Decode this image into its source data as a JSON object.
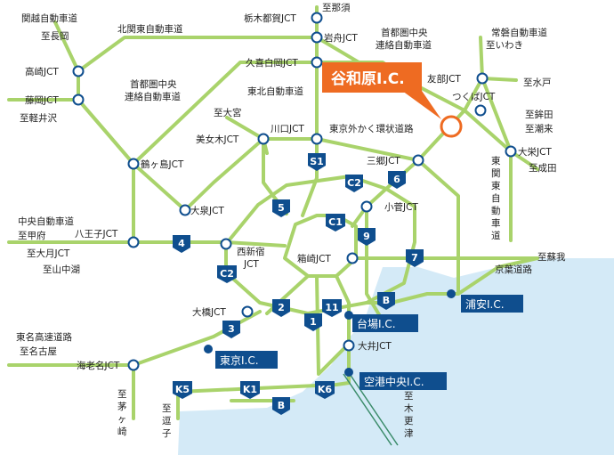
{
  "highlight": {
    "label": "谷和原I.C.",
    "color": "#ee6b22"
  },
  "colors": {
    "road": "#a9d36b",
    "water": "#d4eaf7",
    "node": "#0f4e8e",
    "shield": "#0f4e8e"
  },
  "labels": {
    "kanetsu": "関越自動車道",
    "to_nagaoka": "至長岡",
    "kitakanto": "北関東自動車道",
    "tochigitsuga": "栃木都賀JCT",
    "to_nasu": "至那須",
    "iwafune": "岩舟JCT",
    "kenou_top_a": "首都圏中央",
    "kenou_top_b": "連絡自動車道",
    "joban_a": "常磐自動車道",
    "joban_b": "至いわき",
    "takasaki": "高崎JCT",
    "fujioka": "藤岡JCT",
    "to_karuizawa": "至軽井沢",
    "kenou_left_a": "首都圏中央",
    "kenou_left_b": "連絡自動車道",
    "kukishiraoka": "久喜白岡JCT",
    "tohoku": "東北自動車道",
    "tomobe": "友部JCT",
    "to_mito": "至水戸",
    "tsukuba": "つくばJCT",
    "to_hokota_a": "至鉾田",
    "to_hokota_b": "至潮来",
    "to_omiya": "至大宮",
    "bijogi": "美女木JCT",
    "kawaguchi": "川口JCT",
    "gaikan": "東京外かく環状道路",
    "tsurugashima": "鶴ヶ島JCT",
    "misato": "三郷JCT",
    "ohsakae": "大栄JCT",
    "to_narita": "至成田",
    "higashikanto_1": "東",
    "higashikanto_2": "関",
    "higashikanto_3": "東",
    "higashikanto_4": "自",
    "higashikanto_5": "動",
    "higashikanto_6": "車",
    "higashikanto_7": "道",
    "koasuge": "小菅JCT",
    "oizumi": "大泉JCT",
    "chuo": "中央自動車道",
    "to_kofu": "至甲府",
    "hachioji": "八王子JCT",
    "to_otsuki": "至大月JCT",
    "to_yamanakako": "至山中湖",
    "nishishinjuku_a": "西新宿",
    "nishishinjuku_b": "JCT",
    "hakozaki": "箱崎JCT",
    "to_soga": "至蘇我",
    "keiyo": "京葉道路",
    "ohashi": "大橋JCT",
    "oi": "大井JCT",
    "tomei": "東名高速道路",
    "to_nagoya": "至名古屋",
    "ebina": "海老名JCT",
    "to_chigasaki_1": "至",
    "to_chigasaki_2": "茅",
    "to_chigasaki_3": "ヶ",
    "to_chigasaki_4": "崎",
    "to_zushi_1": "至",
    "to_zushi_2": "逗",
    "to_zushi_3": "子",
    "to_kisarazu_1": "至",
    "to_kisarazu_2": "木",
    "to_kisarazu_3": "更",
    "to_kisarazu_4": "津"
  },
  "shields": {
    "s1": "S1",
    "c2_top": "C2",
    "r6": "6",
    "r5": "5",
    "c1": "C1",
    "r9": "9",
    "r4": "4",
    "r7": "7",
    "c2_left": "C2",
    "r2": "2",
    "r11": "11",
    "rb_right": "B",
    "r1": "1",
    "r3": "3",
    "k5": "K5",
    "k1": "K1",
    "k6": "K6",
    "rb_bottom": "B"
  },
  "ic_boxes": {
    "daiba": "台場I.C.",
    "urayasu": "浦安I.C.",
    "tokyo": "東京I.C.",
    "kuko": "空港中央I.C."
  }
}
